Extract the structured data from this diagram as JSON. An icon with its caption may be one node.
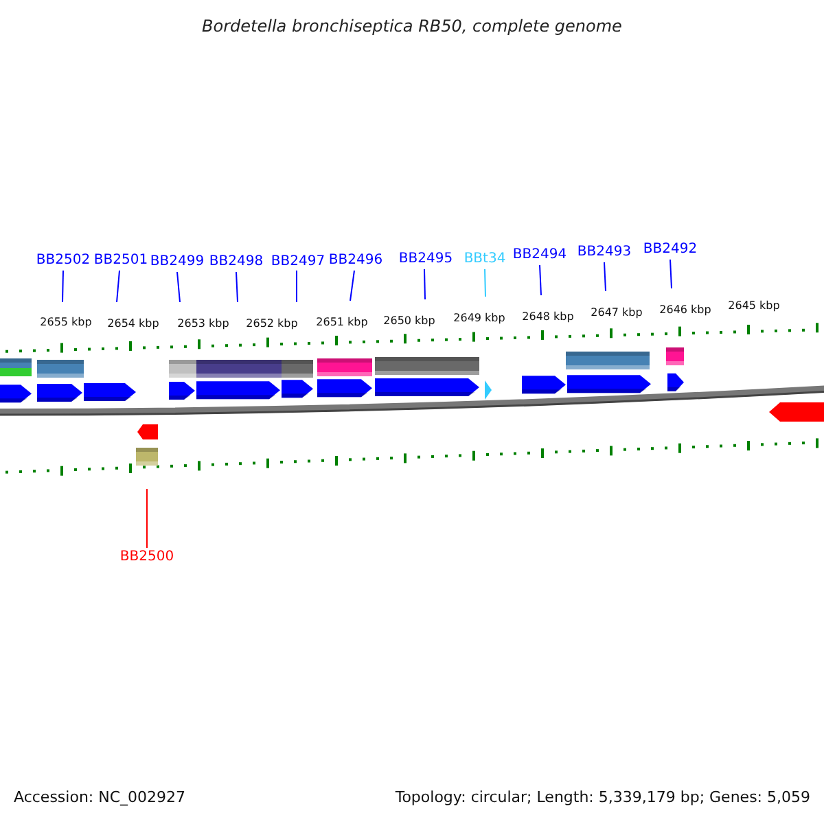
{
  "diagram": {
    "title": "Bordetella bronchiseptica RB50, complete genome",
    "nodes": [
      {
        "text": [
          "BB2502"
        ]
      },
      {
        "text": [
          "BB2501"
        ]
      },
      {
        "text": [
          "BB2499"
        ]
      },
      {
        "text": [
          "BB2498"
        ]
      },
      {
        "text": [
          "BB2497"
        ]
      },
      {
        "text": [
          "BB2496"
        ]
      },
      {
        "text": [
          "BB2495"
        ]
      },
      {
        "text": [
          "BBt34"
        ]
      },
      {
        "text": [
          "BB2494"
        ]
      },
      {
        "text": [
          "BB2493"
        ]
      },
      {
        "text": [
          "BB2492"
        ]
      },
      {
        "text": [
          "BB2500"
        ]
      }
    ],
    "edges": [
      {
        "from": 0,
        "to": null,
        "arrow": "none"
      },
      {
        "from": 1,
        "to": null,
        "arrow": "none"
      },
      {
        "from": 2,
        "to": null,
        "arrow": "none"
      },
      {
        "from": 3,
        "to": null,
        "arrow": "none"
      },
      {
        "from": 4,
        "to": null,
        "arrow": "none"
      },
      {
        "from": 5,
        "to": null,
        "arrow": "none"
      },
      {
        "from": 6,
        "to": null,
        "arrow": "none"
      },
      {
        "from": 7,
        "to": null,
        "arrow": "none",
        "color": "#33ccff"
      },
      {
        "from": 8,
        "to": null,
        "arrow": "none"
      },
      {
        "from": 9,
        "to": null,
        "arrow": "none"
      },
      {
        "from": 10,
        "to": null,
        "arrow": "none"
      },
      {
        "from": 11,
        "to": null,
        "arrow": "none",
        "color": "#ff0000"
      }
    ],
    "labels": [
      "2655 kbp",
      "2654 kbp",
      "2653 kbp",
      "2652 kbp",
      "2651 kbp",
      "2650 kbp",
      "2649 kbp",
      "2648 kbp",
      "2647 kbp",
      "2646 kbp",
      "2645 kbp",
      "Accession: NC_002927",
      "Topology: circular; Length: 5,339,179 bp; Genes: 5,059"
    ]
  }
}
